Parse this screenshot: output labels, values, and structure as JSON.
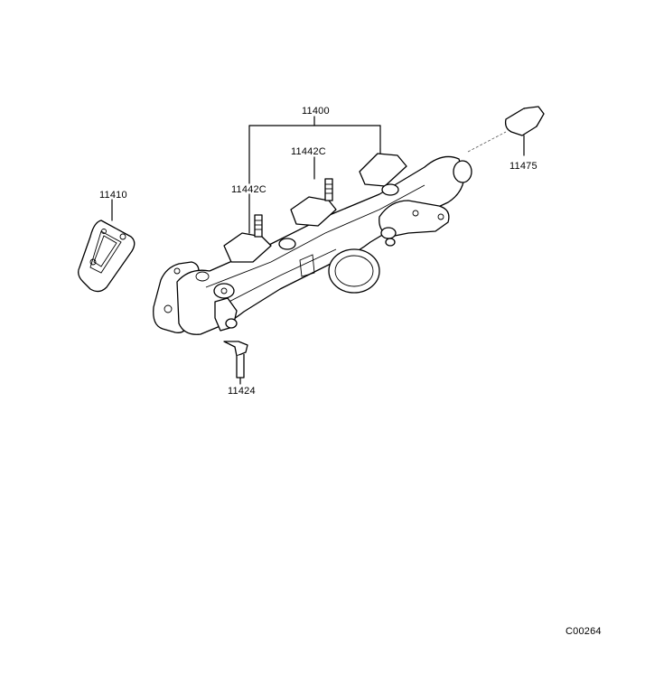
{
  "parts": {
    "manifold_assembly": "11400",
    "stud_left": "11442C",
    "stud_right": "11442C",
    "gasket": "11410",
    "bolt": "11424",
    "plug": "11475"
  },
  "figure_code": "C00264"
}
